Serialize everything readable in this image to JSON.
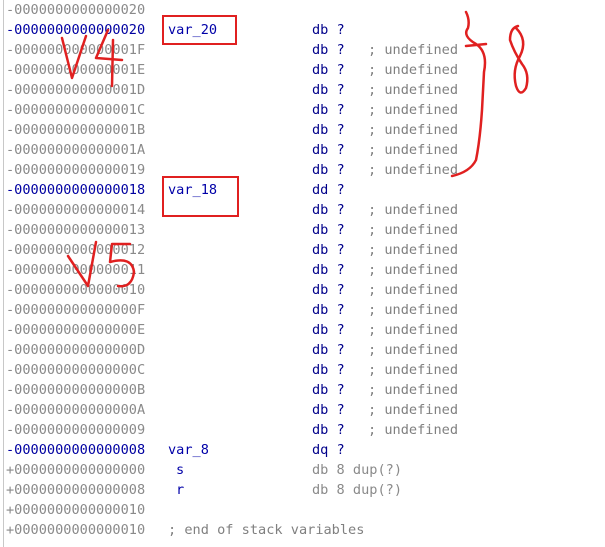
{
  "rows": [
    {
      "offset": "-0000000000000020",
      "name": "",
      "dir": "",
      "comment": ""
    },
    {
      "offset": "-0000000000000020",
      "name": "var_20",
      "dir": "db ?",
      "comment": ""
    },
    {
      "offset": "-000000000000001F",
      "name": "",
      "dir": "db ?",
      "comment": "; undefined"
    },
    {
      "offset": "-000000000000001E",
      "name": "",
      "dir": "db ?",
      "comment": "; undefined"
    },
    {
      "offset": "-000000000000001D",
      "name": "",
      "dir": "db ?",
      "comment": "; undefined"
    },
    {
      "offset": "-000000000000001C",
      "name": "",
      "dir": "db ?",
      "comment": "; undefined"
    },
    {
      "offset": "-000000000000001B",
      "name": "",
      "dir": "db ?",
      "comment": "; undefined"
    },
    {
      "offset": "-000000000000001A",
      "name": "",
      "dir": "db ?",
      "comment": "; undefined"
    },
    {
      "offset": "-0000000000000019",
      "name": "",
      "dir": "db ?",
      "comment": "; undefined"
    },
    {
      "offset": "-0000000000000018",
      "name": "var_18",
      "dir": "dd ?",
      "comment": ""
    },
    {
      "offset": "-0000000000000014",
      "name": "",
      "dir": "db ?",
      "comment": "; undefined"
    },
    {
      "offset": "-0000000000000013",
      "name": "",
      "dir": "db ?",
      "comment": "; undefined"
    },
    {
      "offset": "-0000000000000012",
      "name": "",
      "dir": "db ?",
      "comment": "; undefined"
    },
    {
      "offset": "-0000000000000011",
      "name": "",
      "dir": "db ?",
      "comment": "; undefined"
    },
    {
      "offset": "-0000000000000010",
      "name": "",
      "dir": "db ?",
      "comment": "; undefined"
    },
    {
      "offset": "-000000000000000F",
      "name": "",
      "dir": "db ?",
      "comment": "; undefined"
    },
    {
      "offset": "-000000000000000E",
      "name": "",
      "dir": "db ?",
      "comment": "; undefined"
    },
    {
      "offset": "-000000000000000D",
      "name": "",
      "dir": "db ?",
      "comment": "; undefined"
    },
    {
      "offset": "-000000000000000C",
      "name": "",
      "dir": "db ?",
      "comment": "; undefined"
    },
    {
      "offset": "-000000000000000B",
      "name": "",
      "dir": "db ?",
      "comment": "; undefined"
    },
    {
      "offset": "-000000000000000A",
      "name": "",
      "dir": "db ?",
      "comment": "; undefined"
    },
    {
      "offset": "-0000000000000009",
      "name": "",
      "dir": "db ?",
      "comment": "; undefined"
    },
    {
      "offset": "-0000000000000008",
      "name": "var_8",
      "dir": "dq ?",
      "comment": ""
    },
    {
      "offset": "+0000000000000000",
      "name": "s",
      "dir": "db 8 dup(?)",
      "comment": ""
    },
    {
      "offset": "+0000000000000008",
      "name": "r",
      "dir": "db 8 dup(?)",
      "comment": ""
    },
    {
      "offset": "+0000000000000010",
      "name": "",
      "dir": "",
      "comment": ""
    },
    {
      "offset": "+0000000000000010",
      "name": "",
      "dir": "",
      "comment": "; end of stack variables"
    }
  ],
  "annotations": {
    "v4_text": "V4",
    "v5_text": "V5",
    "brace_text": "8",
    "color": "#e02020"
  }
}
